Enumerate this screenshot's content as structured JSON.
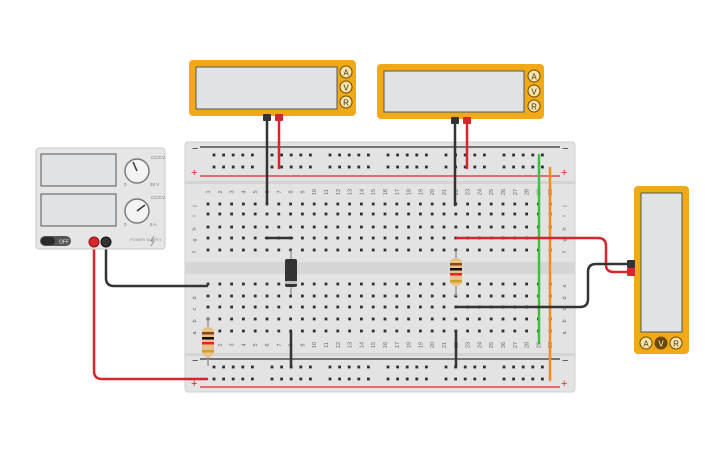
{
  "colors": {
    "meter_body": "#f2a917",
    "meter_screen": "#dfe3e6",
    "board": "#e3e3e3",
    "rail_red": "#e0262c",
    "rail_black": "#333333",
    "wire_red": "#d7262b",
    "wire_black": "#333333",
    "wire_green": "#3fbf3f",
    "wire_orange": "#f08a24",
    "psu_body": "#e6e6e6"
  },
  "multimeter_top_left": {
    "buttons": [
      "A",
      "V",
      "R"
    ],
    "reading": ""
  },
  "multimeter_top_right": {
    "buttons": [
      "A",
      "V",
      "R"
    ],
    "reading": ""
  },
  "multimeter_right": {
    "buttons": [
      "A",
      "V",
      "R"
    ],
    "reading": ""
  },
  "power_supply": {
    "display_top": "",
    "display_bottom": "",
    "knob_top_min": "0",
    "knob_top_max": "30 V",
    "knob_top_label": "CC/CV",
    "knob_bottom_min": "0",
    "knob_bottom_max": "5 A",
    "knob_bottom_label": "CC/CV",
    "switch_label": "OFF",
    "brand_label": "POWER SUPPLY"
  },
  "breadboard": {
    "plus_label": "+",
    "minus_label": "−",
    "rows_top": [
      "j",
      "i",
      "h",
      "g",
      "f"
    ],
    "rows_bottom": [
      "e",
      "d",
      "c",
      "b",
      "a"
    ],
    "columns": [
      "1",
      "2",
      "3",
      "4",
      "5",
      "6",
      "7",
      "8",
      "9",
      "10",
      "11",
      "12",
      "13",
      "14",
      "15",
      "16",
      "17",
      "18",
      "19",
      "20",
      "21",
      "22",
      "23",
      "24",
      "25",
      "26",
      "27",
      "28",
      "29",
      "30"
    ]
  }
}
